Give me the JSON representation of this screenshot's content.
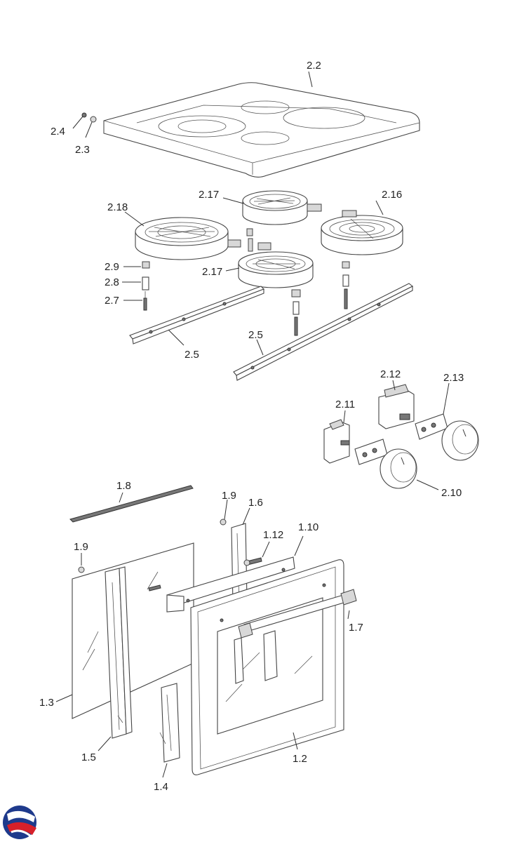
{
  "labels": {
    "l_2_2": "2.2",
    "l_2_4": "2.4",
    "l_2_3": "2.3",
    "l_2_17a": "2.17",
    "l_2_16": "2.16",
    "l_2_18": "2.18",
    "l_2_9": "2.9",
    "l_2_8": "2.8",
    "l_2_7": "2.7",
    "l_2_17b": "2.17",
    "l_2_5a": "2.5",
    "l_2_5b": "2.5",
    "l_2_12": "2.12",
    "l_2_13": "2.13",
    "l_2_11": "2.11",
    "l_2_10": "2.10",
    "l_1_8": "1.8",
    "l_1_9a": "1.9",
    "l_1_6": "1.6",
    "l_1_12": "1.12",
    "l_1_10": "1.10",
    "l_1_9b": "1.9",
    "l_1_7": "1.7",
    "l_1_3": "1.3",
    "l_1_5": "1.5",
    "l_1_4": "1.4",
    "l_1_2": "1.2"
  },
  "logo": {
    "name": "brand-logo",
    "colors": [
      "#1e3a8c",
      "#d6202a"
    ]
  }
}
